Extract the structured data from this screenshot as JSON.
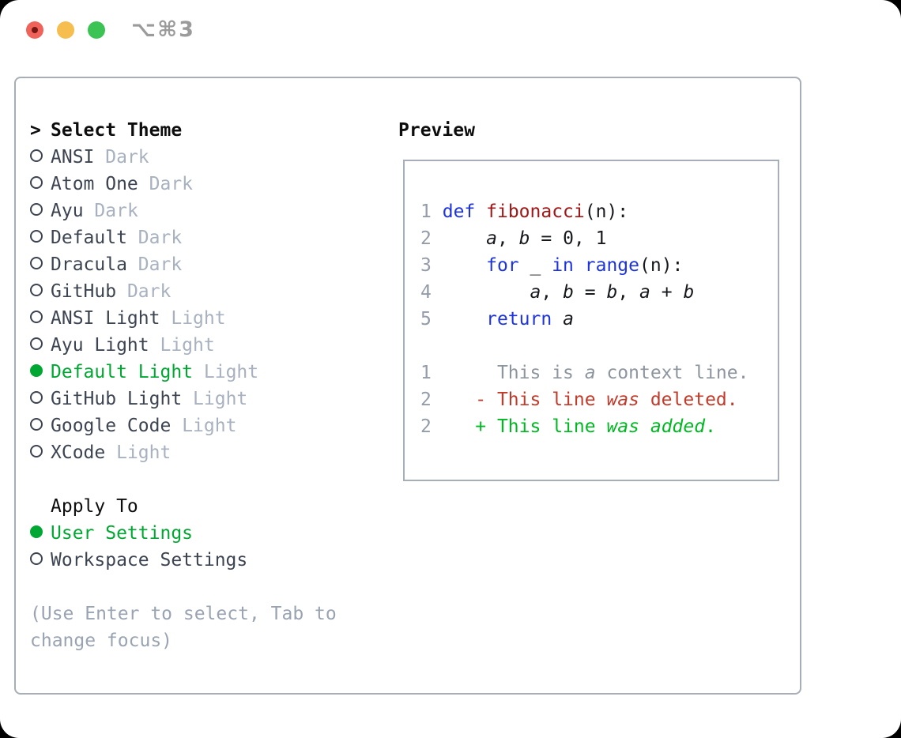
{
  "window": {
    "title": "⌥⌘3"
  },
  "traffic_lights": [
    {
      "name": "close-button"
    },
    {
      "name": "minimize-button"
    },
    {
      "name": "zoom-button"
    }
  ],
  "theme_menu": {
    "header": {
      "cursor": ">",
      "label": "Select Theme"
    },
    "items": [
      {
        "name": "ANSI",
        "tag": "Dark",
        "selected": false
      },
      {
        "name": "Atom One",
        "tag": "Dark",
        "selected": false
      },
      {
        "name": "Ayu",
        "tag": "Dark",
        "selected": false
      },
      {
        "name": "Default",
        "tag": "Dark",
        "selected": false
      },
      {
        "name": "Dracula",
        "tag": "Dark",
        "selected": false
      },
      {
        "name": "GitHub",
        "tag": "Dark",
        "selected": false
      },
      {
        "name": "ANSI Light",
        "tag": "Light",
        "selected": false
      },
      {
        "name": "Ayu Light",
        "tag": "Light",
        "selected": false
      },
      {
        "name": "Default Light",
        "tag": "Light",
        "selected": true
      },
      {
        "name": "GitHub Light",
        "tag": "Light",
        "selected": false
      },
      {
        "name": "Google Code",
        "tag": "Light",
        "selected": false
      },
      {
        "name": "XCode",
        "tag": "Light",
        "selected": false
      }
    ]
  },
  "apply_to": {
    "header": "Apply To",
    "options": [
      {
        "name": "User Settings",
        "selected": true
      },
      {
        "name": "Workspace Settings",
        "selected": false
      }
    ]
  },
  "hint": {
    "line1": "(Use Enter to select, Tab to",
    "line2": "change focus)"
  },
  "preview": {
    "header": "Preview",
    "lines": [
      {
        "num": "1",
        "tokens": [
          {
            "t": "def",
            "c": "kw"
          },
          {
            "t": " "
          },
          {
            "t": "fibonacci",
            "c": "fn"
          },
          {
            "t": "(n):"
          }
        ]
      },
      {
        "num": "2",
        "tokens": [
          {
            "t": "    "
          },
          {
            "t": "a",
            "c": "v"
          },
          {
            "t": ", "
          },
          {
            "t": "b",
            "c": "v"
          },
          {
            "t": " = 0, 1"
          }
        ]
      },
      {
        "num": "3",
        "tokens": [
          {
            "t": "    "
          },
          {
            "t": "for",
            "c": "kw"
          },
          {
            "t": " _ "
          },
          {
            "t": "in",
            "c": "kw"
          },
          {
            "t": " "
          },
          {
            "t": "range",
            "c": "kw"
          },
          {
            "t": "(n):"
          }
        ]
      },
      {
        "num": "4",
        "tokens": [
          {
            "t": "        "
          },
          {
            "t": "a",
            "c": "v"
          },
          {
            "t": ", "
          },
          {
            "t": "b",
            "c": "v"
          },
          {
            "t": " = "
          },
          {
            "t": "b",
            "c": "v"
          },
          {
            "t": ", "
          },
          {
            "t": "a",
            "c": "v"
          },
          {
            "t": " + "
          },
          {
            "t": "b",
            "c": "v"
          }
        ]
      },
      {
        "num": "5",
        "tokens": [
          {
            "t": "    "
          },
          {
            "t": "return",
            "c": "kw"
          },
          {
            "t": " "
          },
          {
            "t": "a",
            "c": "v"
          }
        ]
      },
      {
        "num": "",
        "tokens": []
      },
      {
        "num": "1",
        "tokens": [
          {
            "t": "     This is ",
            "c": "ctx"
          },
          {
            "t": "a",
            "c": "ctx v"
          },
          {
            "t": " context line.",
            "c": "ctx"
          }
        ]
      },
      {
        "num": "2",
        "tokens": [
          {
            "t": "   - This line ",
            "c": "del"
          },
          {
            "t": "was",
            "c": "del v"
          },
          {
            "t": " deleted.",
            "c": "del"
          }
        ]
      },
      {
        "num": "2",
        "tokens": [
          {
            "t": "   + This line ",
            "c": "add"
          },
          {
            "t": "was",
            "c": "add v"
          },
          {
            "t": " ",
            "c": "add"
          },
          {
            "t": "added",
            "c": "add v"
          },
          {
            "t": ".",
            "c": "add"
          }
        ]
      }
    ]
  },
  "colors": {
    "accent_green": "#00a732",
    "keyword_blue": "#1c33df",
    "function_red": "#a11616",
    "code_text": "#17191f",
    "line_number_gray": "#939ca8",
    "context_gray": "#8d959f",
    "deleted_red": "#c23a2a",
    "added_green": "#00b822",
    "menu_text": "#3d4451",
    "tag_gray": "#a8b1bf",
    "hint_gray": "#99a3b1",
    "panel_border": "#a7aeb8",
    "heading_black": "#0d0d0d",
    "titlebar_gray": "#9b9b9b",
    "traffic_red": "#f0635a",
    "traffic_red_dot": "#771712",
    "traffic_yellow": "#f6bd4f",
    "traffic_green": "#3bc353"
  }
}
